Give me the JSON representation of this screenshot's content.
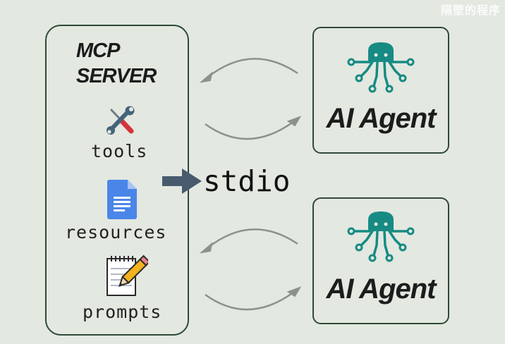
{
  "watermark": "隔壁的程序",
  "server": {
    "title_line1": "MCP",
    "title_line2": "SERVER",
    "items": [
      {
        "label": "tools",
        "icon": "tools-icon"
      },
      {
        "label": "resources",
        "icon": "document-icon"
      },
      {
        "label": "prompts",
        "icon": "notepad-pencil-icon"
      }
    ]
  },
  "transport": {
    "label": "stdio"
  },
  "agents": [
    {
      "label": "AI Agent",
      "icon": "octopus-agent-icon"
    },
    {
      "label": "AI Agent",
      "icon": "octopus-agent-icon"
    }
  ],
  "colors": {
    "background": "#e3e8e1",
    "border": "#2f4a38",
    "agent_teal": "#168b83",
    "arrow_gray": "#8c918d",
    "stdio_arrow": "#475b6d"
  }
}
